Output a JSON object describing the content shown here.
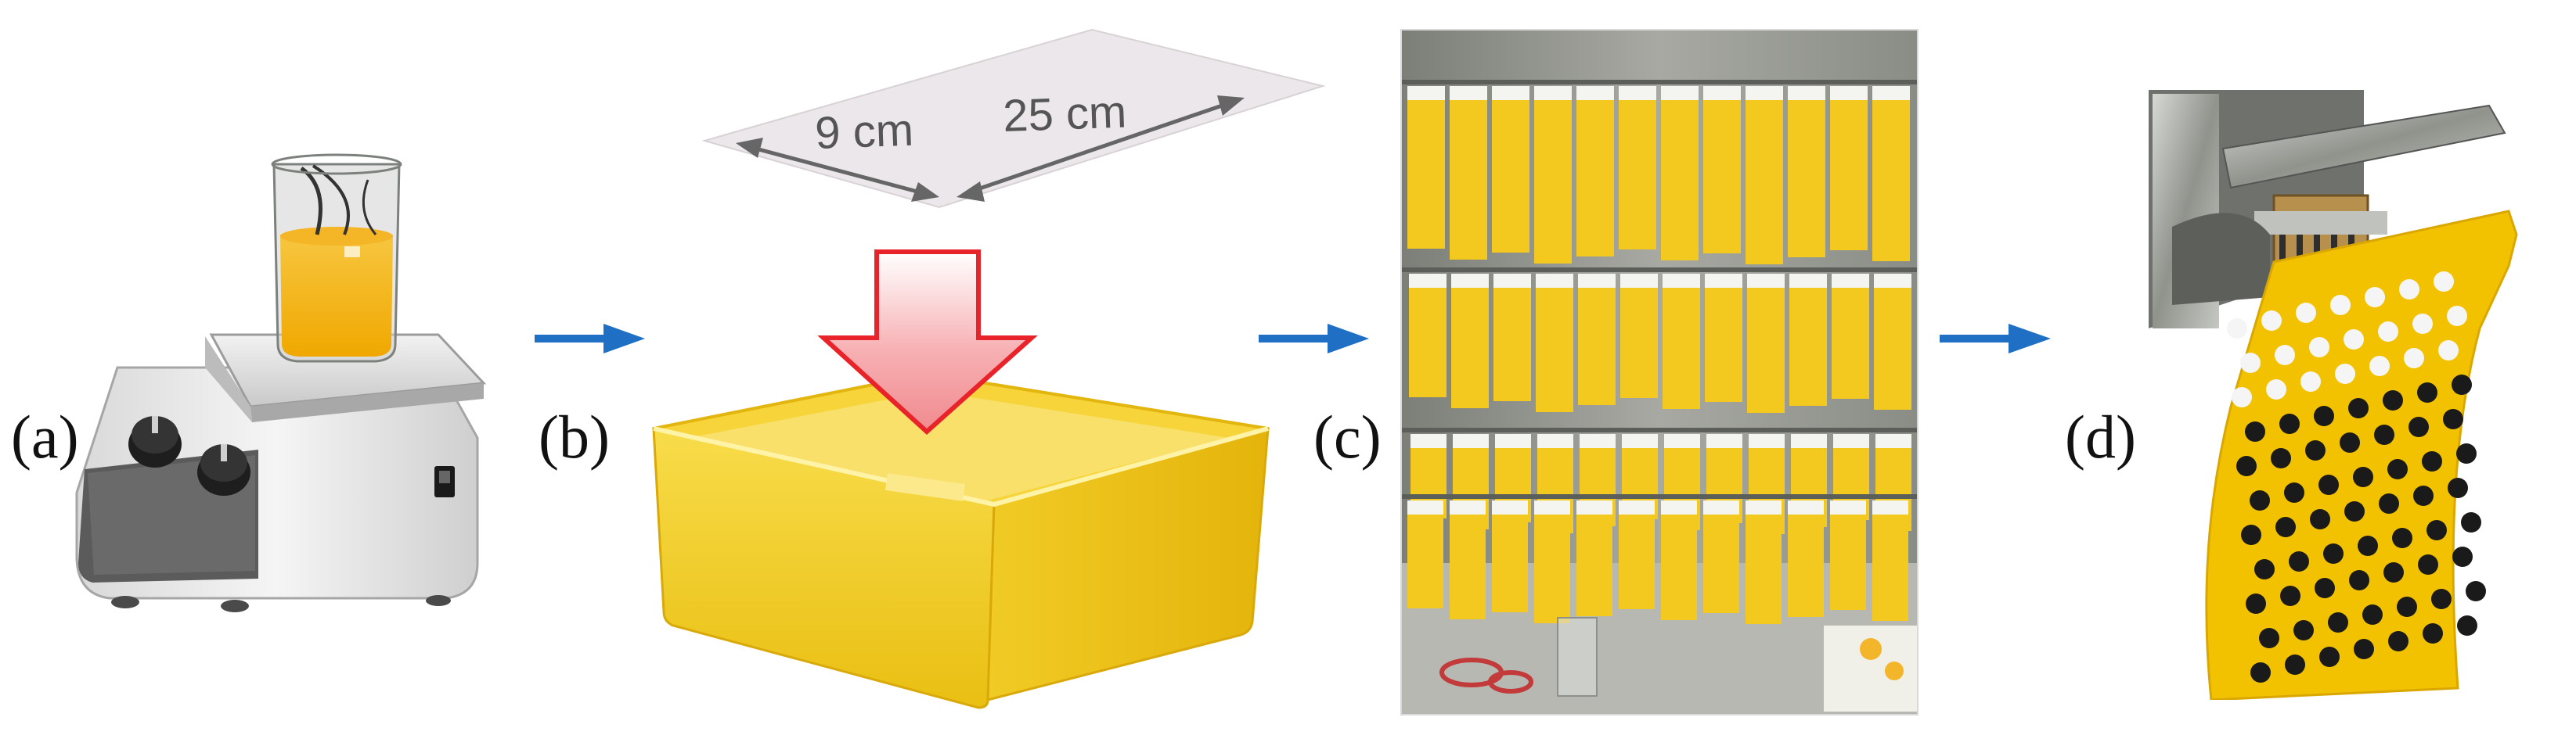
{
  "figure": {
    "panels": [
      {
        "label": "(a)",
        "content": "hot-plate-stirrer-with-beaker"
      },
      {
        "label": "(b)",
        "content": "sheet-poured-into-tray"
      },
      {
        "label": "(c)",
        "content": "strips-drying-on-rack-photo"
      },
      {
        "label": "(d)",
        "content": "hole-punching-machine-photo"
      }
    ],
    "dimensions": {
      "width_label": "9 cm",
      "length_label": "25 cm"
    },
    "colors": {
      "arrow_blue": "#1f6fc5",
      "film_yellow": "#f2c200",
      "tray_yellow": "#f6d43a",
      "pour_arrow_red": "#e8232a"
    },
    "icons": {
      "flow_arrow": "right-arrow-icon",
      "pour_arrow": "down-arrow-icon"
    }
  }
}
